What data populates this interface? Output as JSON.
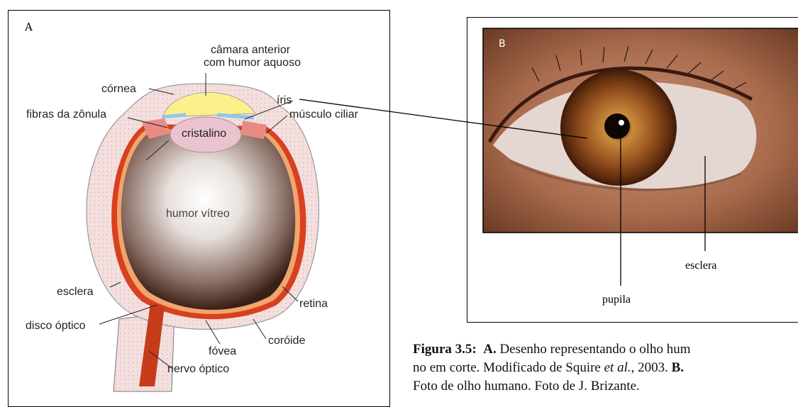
{
  "panel_a": {
    "letter": "A",
    "labels": {
      "camara_line1": "câmara anterior",
      "camara_line2": "com humor aquoso",
      "cornea": "córnea",
      "iris": "íris",
      "fibras": "fibras da zônula",
      "musculo": "músculo ciliar",
      "cristalino": "cristalino",
      "humor_vitreo": "humor vítreo",
      "esclera": "esclera",
      "retina": "retina",
      "disco": "disco óptico",
      "coroide": "coróide",
      "fovea": "fóvea",
      "nervo": "nervo óptico"
    }
  },
  "panel_b": {
    "letter": "B",
    "labels": {
      "esclera": "esclera",
      "pupila": "pupila"
    }
  },
  "caption": {
    "figure_label": "Figura 3.5:",
    "a_label": "A.",
    "line1_text": " Desenho representando o olho hum",
    "line2_pre": "no em corte. Modificado de Squire ",
    "line2_italic": "et al.",
    "line2_post": ", 2003. ",
    "b_label": "B.",
    "line3_text": "Foto de olho humano. Foto de J. Brizante."
  },
  "colors": {
    "sclera": "#f4dede",
    "choroid": "#d8401f",
    "retina": "#f0a56e",
    "cornea_chamber": "#fbf08a",
    "iris": "#8ec7ea",
    "lens": "#e9c3cd",
    "ciliary": "#e98b85",
    "nerve": "#c63c1a",
    "iris_photo": "#8a4a1c"
  }
}
